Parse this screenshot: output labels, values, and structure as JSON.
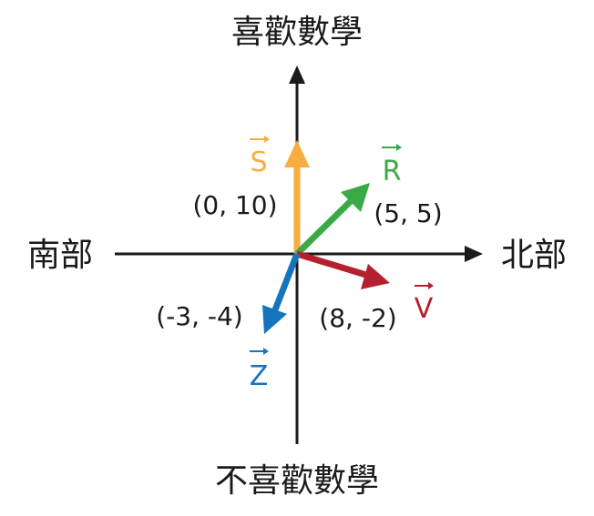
{
  "axes": {
    "top": "喜歡數學",
    "bottom": "不喜歡數學",
    "left": "南部",
    "right": "北部"
  },
  "colors": {
    "axis": "#1a1a1a",
    "S": "#F9AD41",
    "R": "#3AAA46",
    "V": "#B5202E",
    "Z": "#1674BD"
  },
  "vectors": [
    {
      "id": "S",
      "name": "S",
      "coords": "(0, 10)",
      "color": "#F9AD41"
    },
    {
      "id": "R",
      "name": "R",
      "coords": "(5, 5)",
      "color": "#3AAA46"
    },
    {
      "id": "V",
      "name": "V",
      "coords": "(8, -2)",
      "color": "#B5202E"
    },
    {
      "id": "Z",
      "name": "Z",
      "coords": "(-3, -4)",
      "color": "#1674BD"
    }
  ]
}
